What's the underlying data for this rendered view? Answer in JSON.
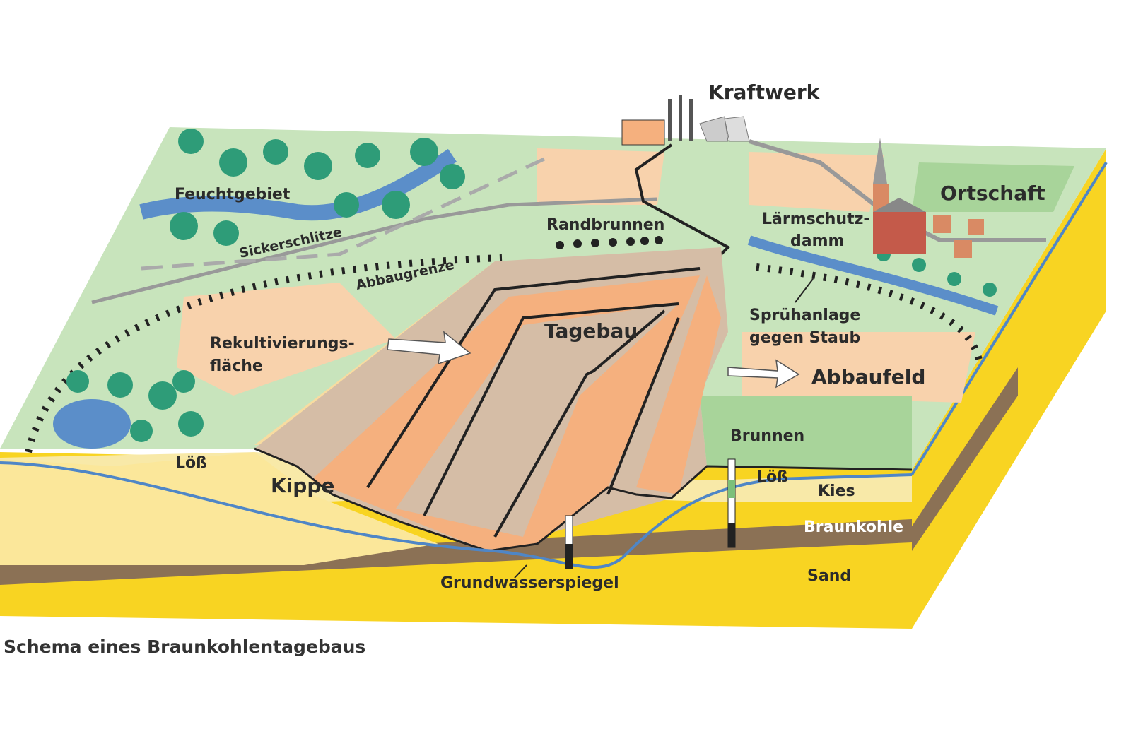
{
  "caption": "Schema eines Braunkohlentagebaus",
  "labels": {
    "kraftwerk": "Kraftwerk",
    "feuchtgebiet": "Feuchtgebiet",
    "sickerschlitze": "Sickerschlitze",
    "abbaugrenze": "Abbaugrenze",
    "randbrunnen": "Randbrunnen",
    "laermschutz_1": "Lärmschutz-",
    "laermschutz_2": "damm",
    "ortschaft": "Ortschaft",
    "rekult_1": "Rekultivierungs-",
    "rekult_2": "fläche",
    "tagebau": "Tagebau",
    "spruehanlage_1": "Sprühanlage",
    "spruehanlage_2": "gegen Staub",
    "abbaufeld": "Abbaufeld",
    "brunnen": "Brunnen",
    "loess_left": "Löß",
    "loess_right": "Löß",
    "kippe": "Kippe",
    "kies": "Kies",
    "braunkohle": "Braunkohle",
    "sand": "Sand",
    "grundwasserspiegel": "Grundwasserspiegel"
  },
  "colors": {
    "sand": "#f8d422",
    "braunkohle": "#8b7155",
    "kies": "#f8e9a8",
    "field_green": "#c8e4bc",
    "field_dark_green": "#a8d49a",
    "field_peach": "#f8d2ac",
    "pit_orange": "#f5b07e",
    "pit_taupe": "#d5bda6",
    "water": "#5b8ec9",
    "groundwater_line": "#4f86c6",
    "trees": "#2e9c78"
  }
}
